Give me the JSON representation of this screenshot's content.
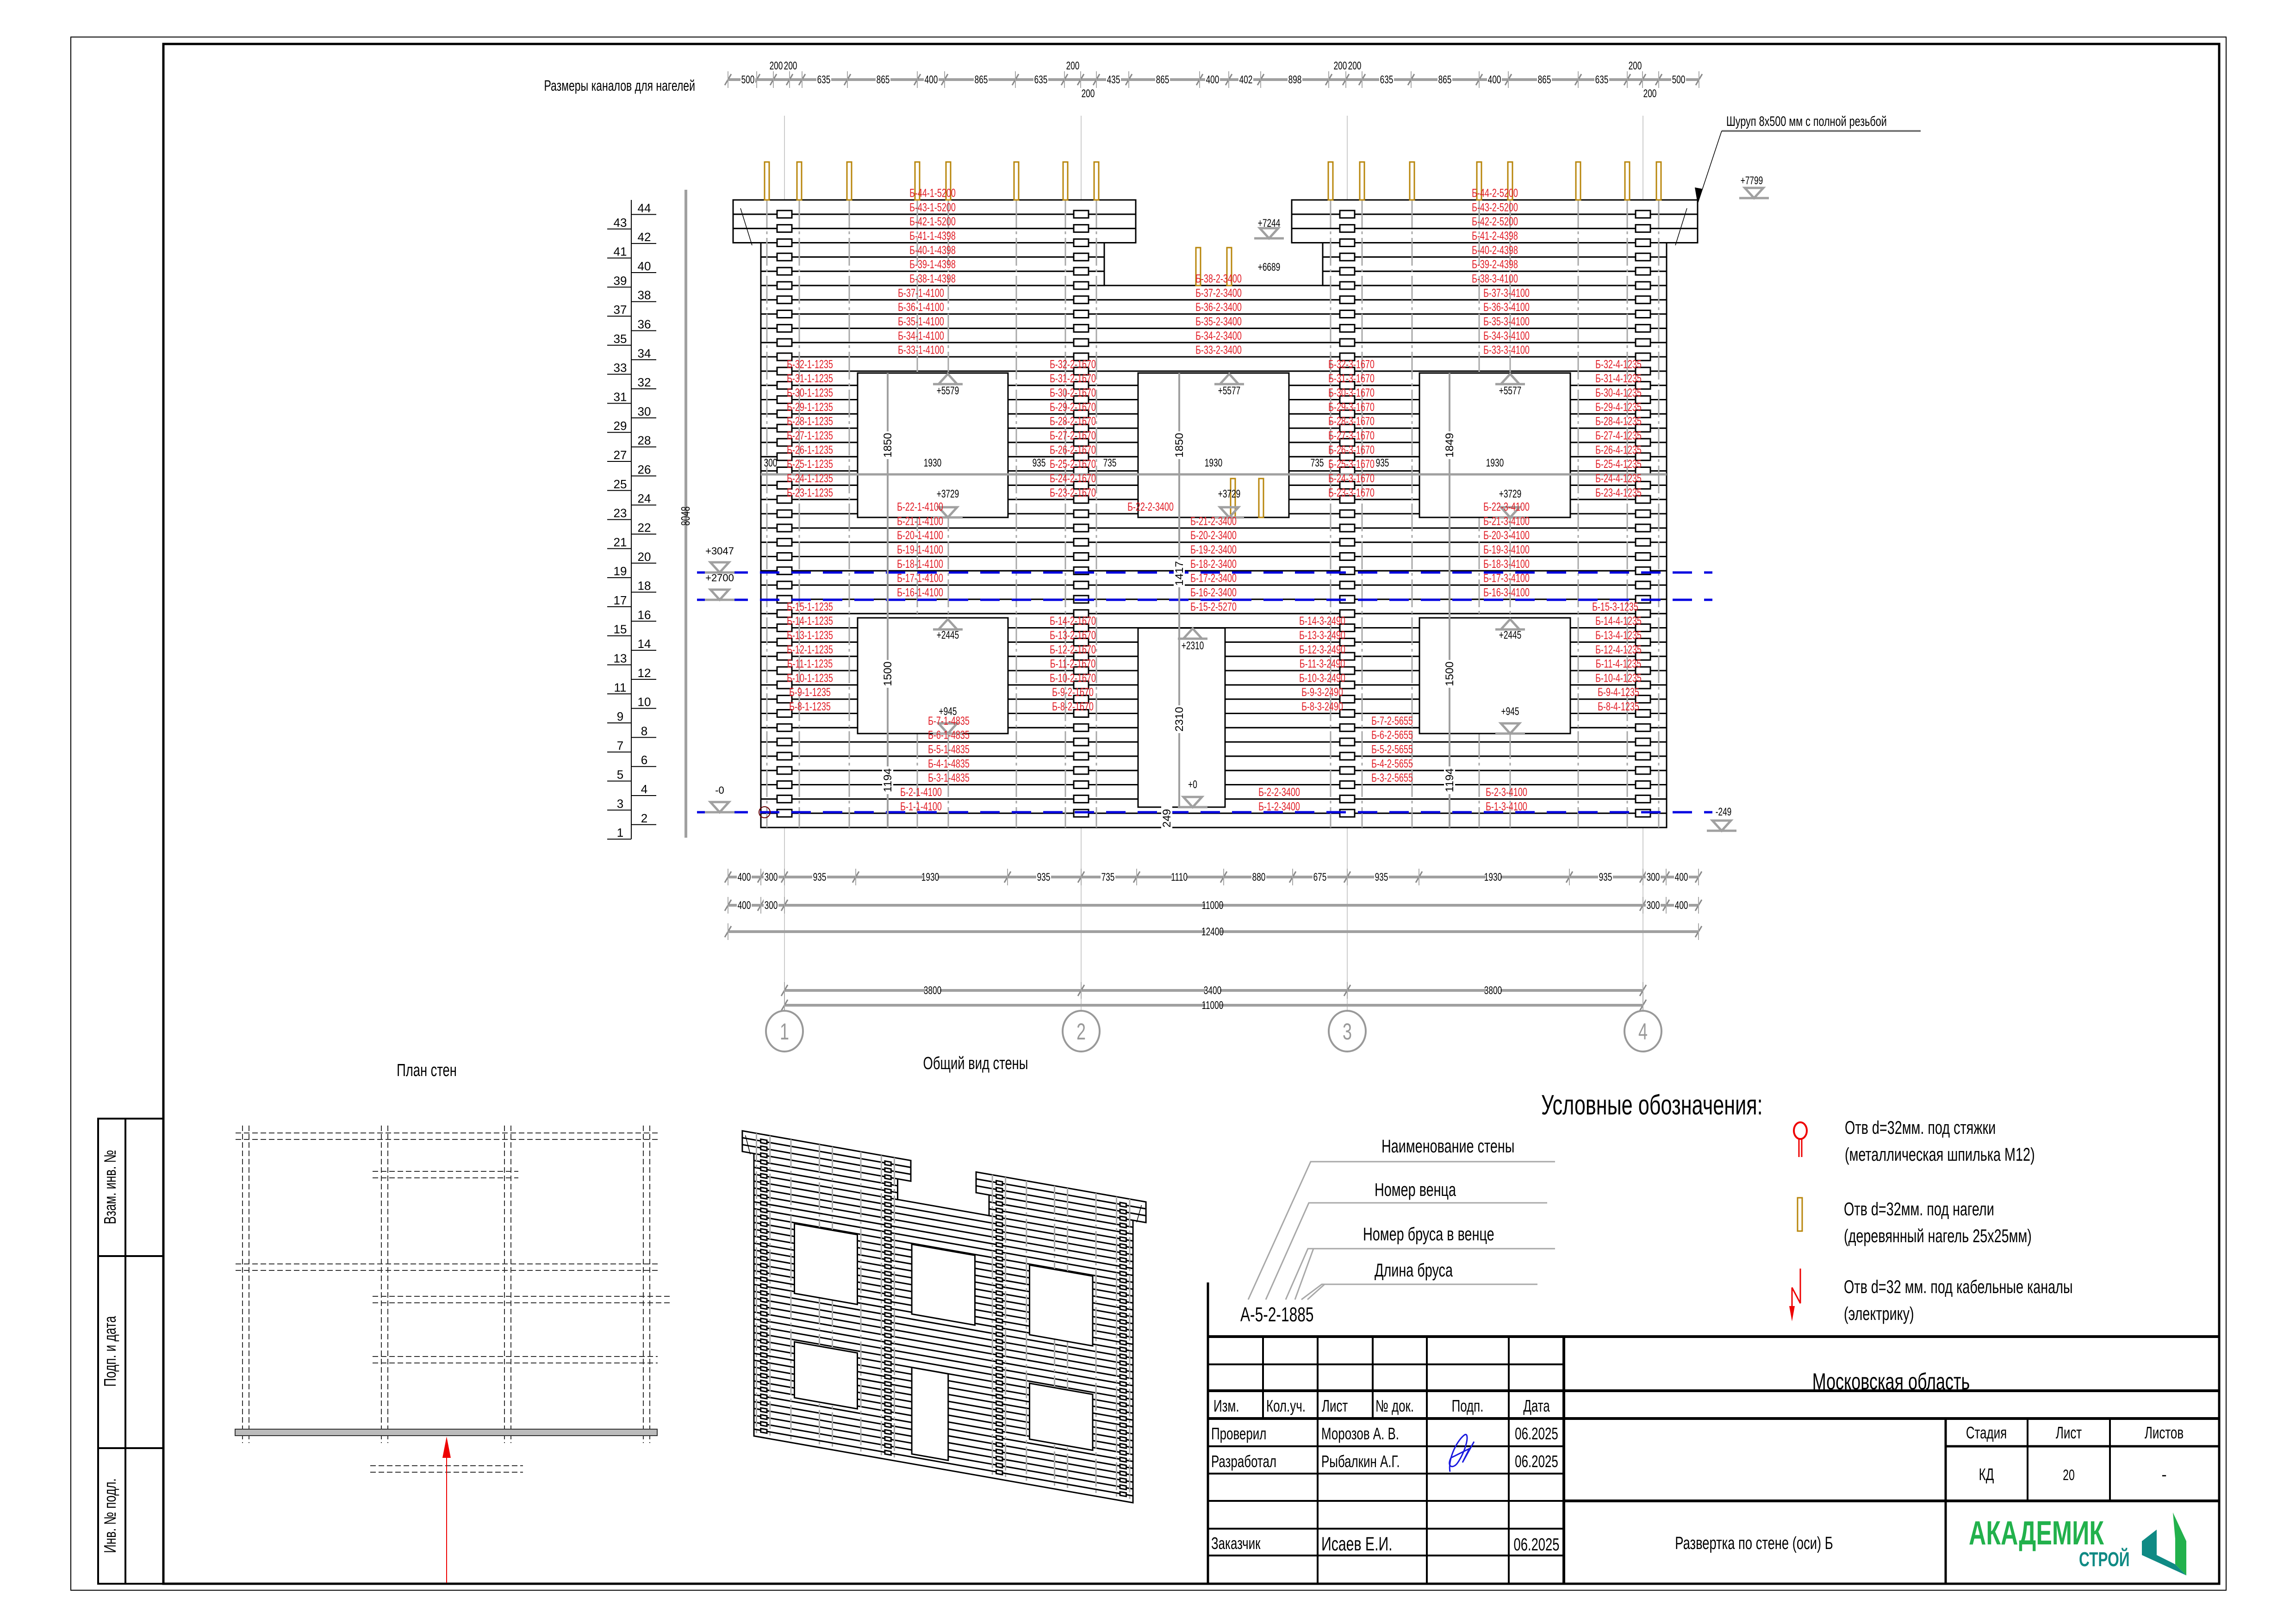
{
  "colors": {
    "beam_label": "#e01b24",
    "dowel": "#b8860b",
    "level_line": "#0000e0",
    "dimension": "#a0a0a0",
    "logo_green": "#22b14c",
    "logo_teal": "#0f8a84",
    "signature": "#1a1adf"
  },
  "header_note": "Размеры каналов для нагелей",
  "screw_note": "Шуруп 8х500 мм с полной резьбой",
  "top_dims": [
    "500",
    "200",
    "200",
    "635",
    "865",
    "400",
    "865",
    "635",
    "200",
    "200",
    "435",
    "865",
    "400",
    "402",
    "898",
    "200",
    "200",
    "635",
    "865",
    "400",
    "865",
    "635",
    "200",
    "200",
    "500"
  ],
  "course_numbers": [
    "44",
    "43",
    "42",
    "41",
    "40",
    "39",
    "38",
    "37",
    "36",
    "35",
    "34",
    "33",
    "32",
    "31",
    "30",
    "29",
    "28",
    "27",
    "26",
    "25",
    "24",
    "23",
    "22",
    "21",
    "20",
    "19",
    "18",
    "17",
    "16",
    "15",
    "14",
    "13",
    "12",
    "11",
    "10",
    "9",
    "8",
    "7",
    "6",
    "5",
    "4",
    "3",
    "2",
    "1"
  ],
  "total_height_dim": "8048",
  "level_marks": [
    "+3047",
    "+2700",
    "-0",
    "-249",
    "+7799",
    "+7244",
    "+6689"
  ],
  "opening_marks": [
    "+5579",
    "+3729",
    "+5577",
    "+3729",
    "+5577",
    "+3729",
    "+2445",
    "+945",
    "+2310",
    "+0",
    "+2445",
    "+945"
  ],
  "opening_vertical_dims": [
    "1850",
    "1500",
    "1194",
    "1850",
    "1417",
    "2310",
    "249",
    "1849",
    "1500",
    "1194"
  ],
  "opening_horizontal_dims": [
    "300",
    "1930",
    "935",
    "735",
    "1930",
    "735",
    "935",
    "1930"
  ],
  "beam_labels": {
    "top_left": [
      "Б-44-1-5200",
      "Б-43-1-5200",
      "Б-42-1-5200",
      "Б-41-1-4398",
      "Б-40-1-4398",
      "Б-39-1-4398",
      "Б-38-1-4398",
      "Б-37-1-4100",
      "Б-36-1-4100",
      "Б-35-1-4100",
      "Б-34-1-4100",
      "Б-33-1-4100"
    ],
    "top_mid": [
      "Б-38-2-3400",
      "Б-37-2-3400",
      "Б-36-2-3400",
      "Б-35-2-3400",
      "Б-34-2-3400",
      "Б-33-2-3400"
    ],
    "top_right": [
      "Б-44-2-5200",
      "Б-43-2-5200",
      "Б-42-2-5200",
      "Б-41-2-4398",
      "Б-40-2-4398",
      "Б-39-2-4398",
      "Б-38-3-4100",
      "Б-37-3-4100",
      "Б-36-3-4100",
      "Б-35-3-4100",
      "Б-34-3-4100",
      "Б-33-3-4100"
    ],
    "pier1": [
      "Б-32-1-1235",
      "Б-31-1-1235",
      "Б-30-1-1235",
      "Б-29-1-1235",
      "Б-28-1-1235",
      "Б-27-1-1235",
      "Б-26-1-1235",
      "Б-25-1-1235",
      "Б-24-1-1235",
      "Б-23-1-1235",
      "Б-15-1-1235",
      "Б-14-1-1235",
      "Б-13-1-1235",
      "Б-12-1-1235",
      "Б-11-1-1235",
      "Б-10-1-1235",
      "Б-9-1-1235",
      "Б-8-1-1235"
    ],
    "pier2": [
      "Б-32-2-1670",
      "Б-31-2-1670",
      "Б-30-2-1670",
      "Б-29-2-1670",
      "Б-28-2-1670",
      "Б-27-2-1670",
      "Б-26-2-1670",
      "Б-25-2-1670",
      "Б-24-2-1670",
      "Б-23-2-1670",
      "Б-14-2-1670",
      "Б-13-2-1670",
      "Б-12-2-1670",
      "Б-11-2-1670",
      "Б-10-2-1670",
      "Б-9-2-1670",
      "Б-8-2-1670"
    ],
    "pier3": [
      "Б-32-3-1670",
      "Б-31-3-1670",
      "Б-30-3-1670",
      "Б-29-3-1670",
      "Б-28-3-1670",
      "Б-27-3-1670",
      "Б-26-3-1670",
      "Б-25-3-1670",
      "Б-24-3-1670",
      "Б-23-3-1670",
      "Б-14-3-2490",
      "Б-13-3-2490",
      "Б-12-3-2490",
      "Б-11-3-2490",
      "Б-10-3-2490",
      "Б-9-3-2490",
      "Б-8-3-2490"
    ],
    "pier4": [
      "Б-32-4-1235",
      "Б-31-4-1235",
      "Б-30-4-1235",
      "Б-29-4-1235",
      "Б-28-4-1235",
      "Б-27-4-1235",
      "Б-26-4-1235",
      "Б-25-4-1235",
      "Б-24-4-1235",
      "Б-23-4-1235",
      "Б-15-3-1235",
      "Б-14-4-1235",
      "Б-13-4-1235",
      "Б-12-4-1235",
      "Б-11-4-1235",
      "Б-10-4-1235",
      "Б-9-4-1235",
      "Б-8-4-1235"
    ],
    "mid_left": [
      "Б-22-1-4100",
      "Б-21-1-4100",
      "Б-20-1-4100",
      "Б-19-1-4100",
      "Б-18-1-4100",
      "Б-17-1-4100",
      "Б-16-1-4100"
    ],
    "mid_mid": [
      "Б-22-2-3400",
      "Б-21-2-3400",
      "Б-20-2-3400",
      "Б-19-2-3400",
      "Б-18-2-3400",
      "Б-17-2-3400",
      "Б-16-2-3400",
      "Б-15-2-5270"
    ],
    "mid_right": [
      "Б-22-3-4100",
      "Б-21-3-4100",
      "Б-20-3-4100",
      "Б-19-3-4100",
      "Б-18-3-4100",
      "Б-17-3-4100",
      "Б-16-3-4100"
    ],
    "low_left": [
      "Б-7-1-4835",
      "Б-6-1-4835",
      "Б-5-1-4835",
      "Б-4-1-4835",
      "Б-3-1-4835"
    ],
    "low_right": [
      "Б-7-2-5655",
      "Б-6-2-5655",
      "Б-5-2-5655",
      "Б-4-2-5655",
      "Б-3-2-5655"
    ],
    "base_left": [
      "Б-2-1-4100",
      "Б-1-1-4100"
    ],
    "base_mid": [
      "Б-2-2-3400",
      "Б-1-2-3400"
    ],
    "base_right": [
      "Б-2-3-4100",
      "Б-1-3-4100"
    ]
  },
  "bottom_dims": {
    "row1": [
      "400",
      "300",
      "935",
      "1930",
      "935",
      "735",
      "1110",
      "880",
      "675",
      "935",
      "1930",
      "935",
      "300",
      "400"
    ],
    "row2": [
      "400",
      "300",
      "11000",
      "300",
      "400"
    ],
    "row3": [
      "12400"
    ],
    "row4": [
      "3800",
      "3400",
      "3800"
    ],
    "row5": [
      "11000"
    ]
  },
  "axes": [
    "1",
    "2",
    "3",
    "4"
  ],
  "views": {
    "plan_title": "План стен",
    "iso_title": "Общий вид стены"
  },
  "legend": {
    "title": "Условные обозначения:",
    "code_parts": [
      "Наименование стены",
      "Номер венца",
      "Номер бруса в венце",
      "Длина бруса"
    ],
    "code_example": "А-5-2-1885",
    "items": [
      {
        "icon": "tie-rod-hole-icon",
        "line1": "Отв d=32мм. под стяжки",
        "line2": "(металлическая шпилька М12)"
      },
      {
        "icon": "dowel-hole-icon",
        "line1": "Отв d=32мм. под нагели",
        "line2": "(деревянный нагель 25х25мм)"
      },
      {
        "icon": "cable-channel-icon",
        "line1": "Отв d=32 мм. под кабельные каналы",
        "line2": "(электрику)"
      }
    ]
  },
  "side_stamp": [
    "Взам. инв. №",
    "Подп. и дата",
    "Инв. № подл."
  ],
  "title_block": {
    "headers": [
      "Изм.",
      "Кол.уч.",
      "Лист",
      "№ док.",
      "Подп.",
      "Дата"
    ],
    "rows": [
      {
        "role": "Проверил",
        "name": "Морозов А. В.",
        "date": "06.2025"
      },
      {
        "role": "Разработал",
        "name": "Рыбалкин А.Г.",
        "date": "06.2025"
      },
      {
        "role": "Заказчик",
        "name": "Исаев Е.И.",
        "date": "06.2025"
      }
    ],
    "region": "Московская область",
    "sheet_title": "Развертка по стене (оси) Б",
    "stage_header": "Стадия",
    "sheet_header": "Лист",
    "sheets_header": "Листов",
    "stage": "КД",
    "sheet": "20",
    "sheets": "-"
  },
  "logo": {
    "name": "АКАДЕМИК",
    "sub": "СТРОЙ"
  }
}
